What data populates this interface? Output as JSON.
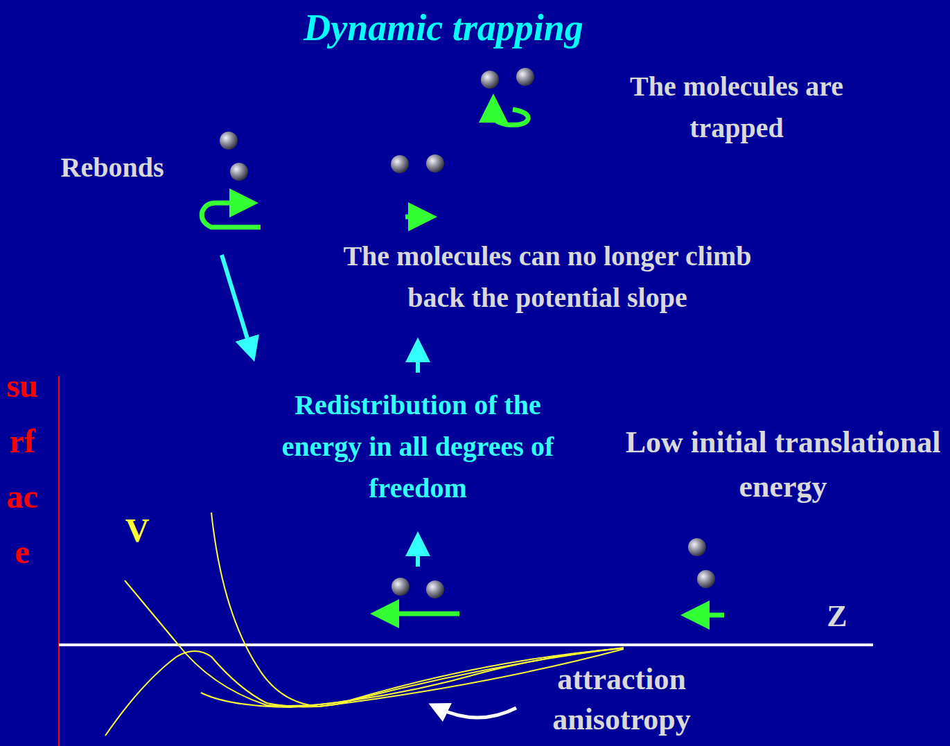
{
  "diagram": {
    "title": "Dynamic trapping",
    "labels": [
      "The molecules are trapped",
      "Rebonds",
      "The molecules can no longer climb back the potential slope",
      "Redistribution of the energy in all degrees of freedom",
      "Low initial translational energy",
      "V",
      "Z",
      "attraction anisotropy",
      "surface"
    ]
  }
}
